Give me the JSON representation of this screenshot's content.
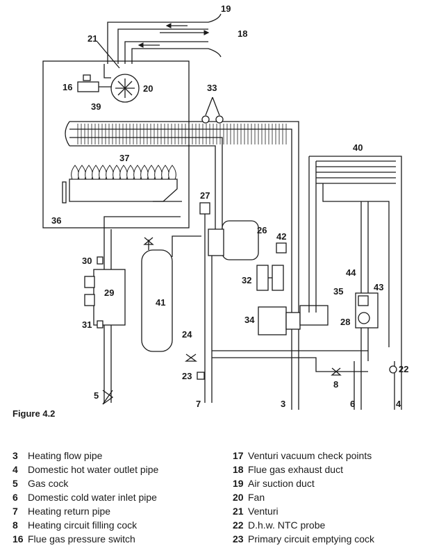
{
  "figure": {
    "caption": "Figure 4.2"
  },
  "callouts": {
    "c3": "3",
    "c4": "4",
    "c5": "5",
    "c6": "6",
    "c7": "7",
    "c8": "8",
    "c16": "16",
    "c18": "18",
    "c19": "19",
    "c20": "20",
    "c21": "21",
    "c22": "22",
    "c23": "23",
    "c24": "24",
    "c26": "26",
    "c27": "27",
    "c28": "28",
    "c29": "29",
    "c30": "30",
    "c31": "31",
    "c32": "32",
    "c33": "33",
    "c34": "34",
    "c35": "35",
    "c36": "36",
    "c37": "37",
    "c39": "39",
    "c40": "40",
    "c41": "41",
    "c42": "42",
    "c43": "43",
    "c44": "44"
  },
  "legend_left": [
    {
      "num": "3",
      "label": "Heating flow pipe"
    },
    {
      "num": "4",
      "label": "Domestic hot water outlet pipe"
    },
    {
      "num": "5",
      "label": "Gas cock"
    },
    {
      "num": "6",
      "label": "Domestic cold water inlet pipe"
    },
    {
      "num": "7",
      "label": "Heating return pipe"
    },
    {
      "num": "8",
      "label": "Heating circuit filling cock"
    },
    {
      "num": "16",
      "label": "Flue gas pressure switch"
    }
  ],
  "legend_right": [
    {
      "num": "17",
      "label": "Venturi vacuum check points"
    },
    {
      "num": "18",
      "label": "Flue gas exhaust duct"
    },
    {
      "num": "19",
      "label": "Air suction duct"
    },
    {
      "num": "20",
      "label": "Fan"
    },
    {
      "num": "21",
      "label": "Venturi"
    },
    {
      "num": "22",
      "label": "D.h.w. NTC probe"
    },
    {
      "num": "23",
      "label": "Primary circuit emptying cock"
    }
  ]
}
